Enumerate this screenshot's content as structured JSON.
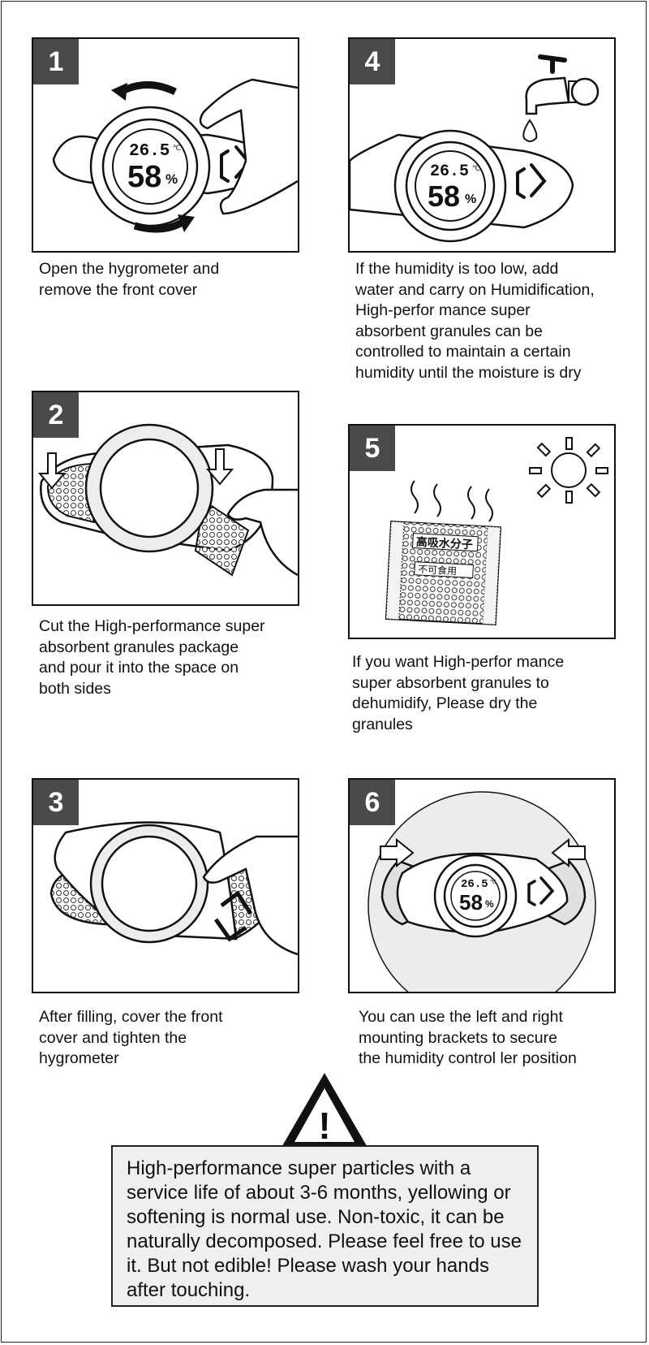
{
  "steps": [
    {
      "num": "1",
      "caption": "Open the hygrometer and remove the front cover"
    },
    {
      "num": "2",
      "caption": "Cut the High-performance super absorbent granules package and pour it into the space on both sides"
    },
    {
      "num": "3",
      "caption": "After filling, cover the front cover and tighten the hygrometer"
    },
    {
      "num": "4",
      "caption": "If the humidity is too low, add water and carry on Humidification, High-perfor mance super absorbent granules can be controlled to maintain a certain humidity until the moisture is dry"
    },
    {
      "num": "5",
      "caption": "If you want High-perfor mance super absorbent granules to dehumidify, Please dry the granules"
    },
    {
      "num": "6",
      "caption": "You can use the left and right mounting brackets to secure the humidity control ler position"
    }
  ],
  "display": {
    "temperature": "26.5",
    "temp_unit": "℃",
    "humidity": "58",
    "humidity_unit": "%"
  },
  "package_text": {
    "line1": "高吸水分子",
    "line2": "不可食用"
  },
  "notice": {
    "icon": "warning-triangle-icon",
    "mark": "!",
    "text": "High-performance super particles with a service life of about 3-6 months, yellowing or softening is normal use. Non-toxic, it can be naturally decomposed. Please feel free to use it. But not edible! Please wash your hands after touching."
  }
}
